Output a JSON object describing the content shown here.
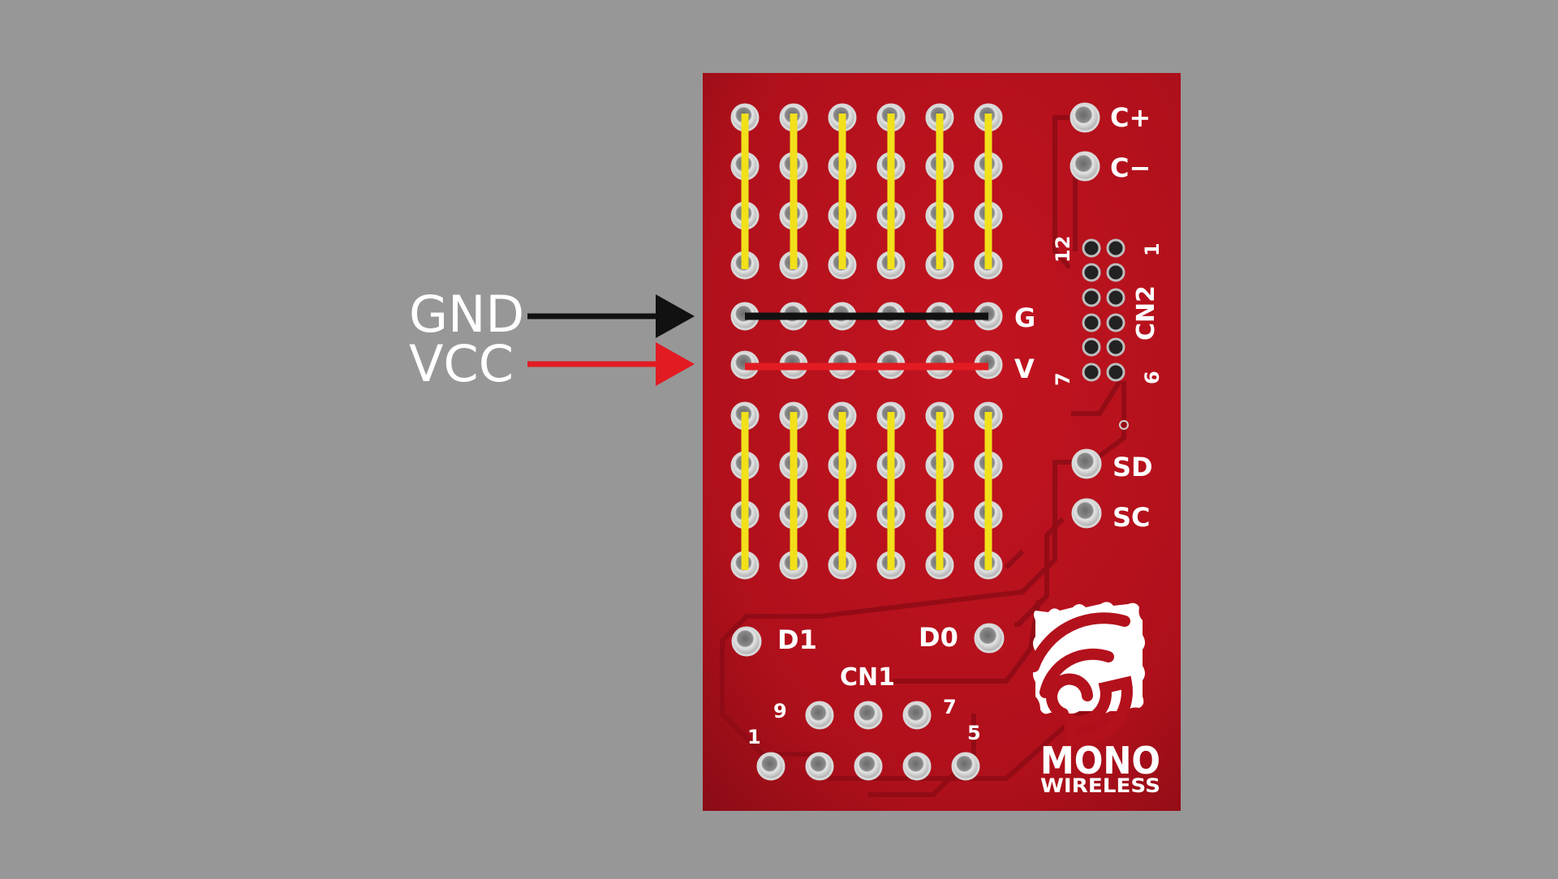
{
  "colors": {
    "background": "#979797",
    "board": "#c4141f",
    "board_dark": "#8a0c16",
    "pad": "#cfcfcf",
    "strip": "#f2e01a",
    "gnd": "#111111",
    "vcc": "#e21b23",
    "silkscreen": "#ffffff"
  },
  "labels": {
    "gnd": "GND",
    "vcc": "VCC"
  },
  "board": {
    "pad_labels": {
      "c_plus": "C+",
      "c_minus": "C−",
      "g": "G",
      "v": "V",
      "sd": "SD",
      "sc": "SC",
      "d1": "D1",
      "d0": "D0"
    },
    "cn2": {
      "name": "CN2",
      "pin_12": "12",
      "pin_1": "1",
      "pin_7": "7",
      "pin_6": "6"
    },
    "cn1": {
      "name": "CN1",
      "pin_9": "9",
      "pin_7": "7",
      "pin_1": "1",
      "pin_5": "5"
    },
    "logo": {
      "line1": "MONO",
      "line2": "WIRELESS"
    }
  }
}
